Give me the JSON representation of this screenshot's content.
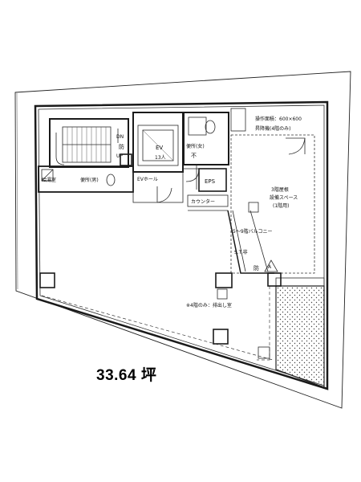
{
  "plan": {
    "labels": {
      "storage_dims": "操作面積：600×600",
      "elevator_machine": "昇降機(4階のみ)",
      "dn": "DN",
      "up": "UP",
      "bo": "防",
      "ev": "EV",
      "ev_capacity": "13人",
      "toilet_female": "便所(女)",
      "toilet_female_icon": "不",
      "toilet_male": "便所(男)",
      "kitchen": "給湯室",
      "ev_hall": "EVホール",
      "eps": "EPS",
      "counter": "カウンター",
      "mechanical": "3階屋根",
      "mechanical_2": "設備スペース",
      "mechanical_3": "(1階用)",
      "balcony": "5～9階バルコニー",
      "st_label": "S.T.非",
      "bo2": "防",
      "sw": "A",
      "exhaust": "※4階のみ：排出し室"
    },
    "area": "33.64 坪"
  }
}
